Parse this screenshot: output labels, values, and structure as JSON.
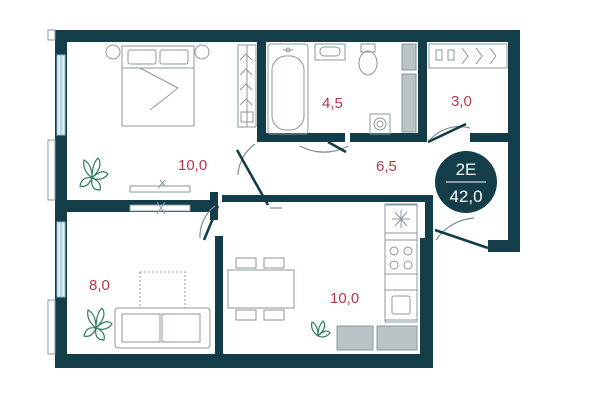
{
  "apartment": {
    "type_code": "2E",
    "total_area": "42,0",
    "colors": {
      "wall": "#143d4a",
      "badge_fill": "#143d4a",
      "area_label": "#b5384a",
      "fixture_stroke": "#8a98a0"
    }
  },
  "rooms": [
    {
      "id": "bedroom",
      "area": "10,0"
    },
    {
      "id": "bathroom",
      "area": "4,5"
    },
    {
      "id": "wardrobe",
      "area": "3,0"
    },
    {
      "id": "hallway",
      "area": "6,5"
    },
    {
      "id": "living-room",
      "area": "8,0"
    },
    {
      "id": "kitchen",
      "area": "10,0"
    }
  ],
  "icons": [
    "bed-icon",
    "wardrobe-icon",
    "bathtub-icon",
    "sink-icon",
    "toilet-icon",
    "washing-machine-icon",
    "hanger-rail-icon",
    "plant-icon",
    "sofa-icon",
    "dining-table-icon",
    "stove-icon",
    "kitchen-sink-icon",
    "fridge-icon"
  ]
}
